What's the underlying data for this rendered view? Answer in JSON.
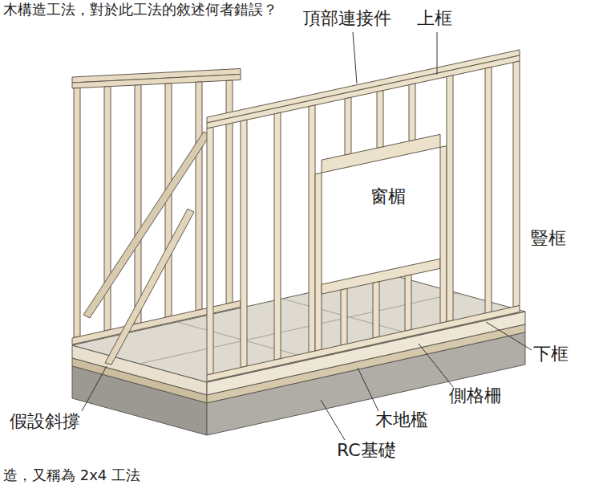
{
  "diagram": {
    "labels": [
      "木構造工法，對於此工法的敘述何者錯誤？",
      "頂部連接件",
      "上框",
      "窗楣",
      "豎框",
      "下框",
      "側格柵",
      "木地檻",
      "RC基礎",
      "假設斜撐",
      "造，又稱為 2x4 工法"
    ]
  }
}
